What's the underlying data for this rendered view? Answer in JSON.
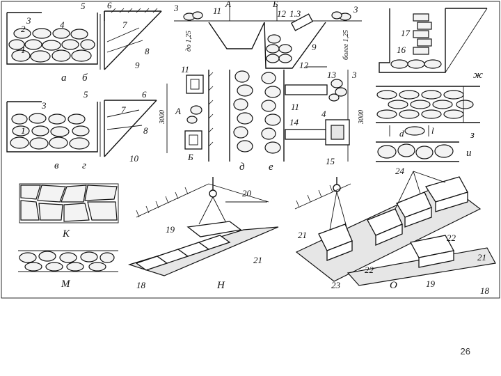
{
  "slide": {
    "page_number": "26"
  },
  "labels": {
    "fig_a": "а",
    "fig_b": "б",
    "fig_v": "в",
    "fig_g": "г",
    "fig_d": "д",
    "fig_e": "е",
    "fig_zh": "ж",
    "fig_z": "з",
    "fig_i": "и",
    "fig_k": "К",
    "fig_m": "М",
    "fig_n": "Н",
    "fig_o": "О",
    "sec_A": "А",
    "sec_B": "Б",
    "sec_A2": "А",
    "sec_B2": "Б",
    "dim_depth1": "до 1,25",
    "dim_depth2": "более 1,25",
    "dim_3000a": "3000",
    "dim_3000b": "3000",
    "dim_d": "d",
    "dim_l": "l",
    "n1": "1",
    "n2": "2",
    "n3": "3",
    "n4": "4",
    "n5": "5",
    "n6": "6",
    "n7": "7",
    "n8": "8",
    "n9": "9",
    "n1b": "1",
    "n3b": "3",
    "n5b": "5",
    "n6b": "6",
    "n7b": "7",
    "n8b": "8",
    "n10": "10",
    "n3c": "3",
    "n11": "11",
    "n12": "12",
    "n13": "1.3",
    "n3d": "3",
    "n9b": "9",
    "n17": "17",
    "n16": "16",
    "n11b": "11",
    "n12b": "12",
    "n13b": "13",
    "n3e": "3",
    "n11c": "11",
    "n4b": "4",
    "n14": "14",
    "n15": "15",
    "n20": "20",
    "n19": "19",
    "n21": "21",
    "n18": "18",
    "n24": "24",
    "n21b": "21",
    "n22": "22",
    "n22b": "22",
    "n21c": "21",
    "n23": "23",
    "n19b": "19",
    "n18b": "18"
  }
}
